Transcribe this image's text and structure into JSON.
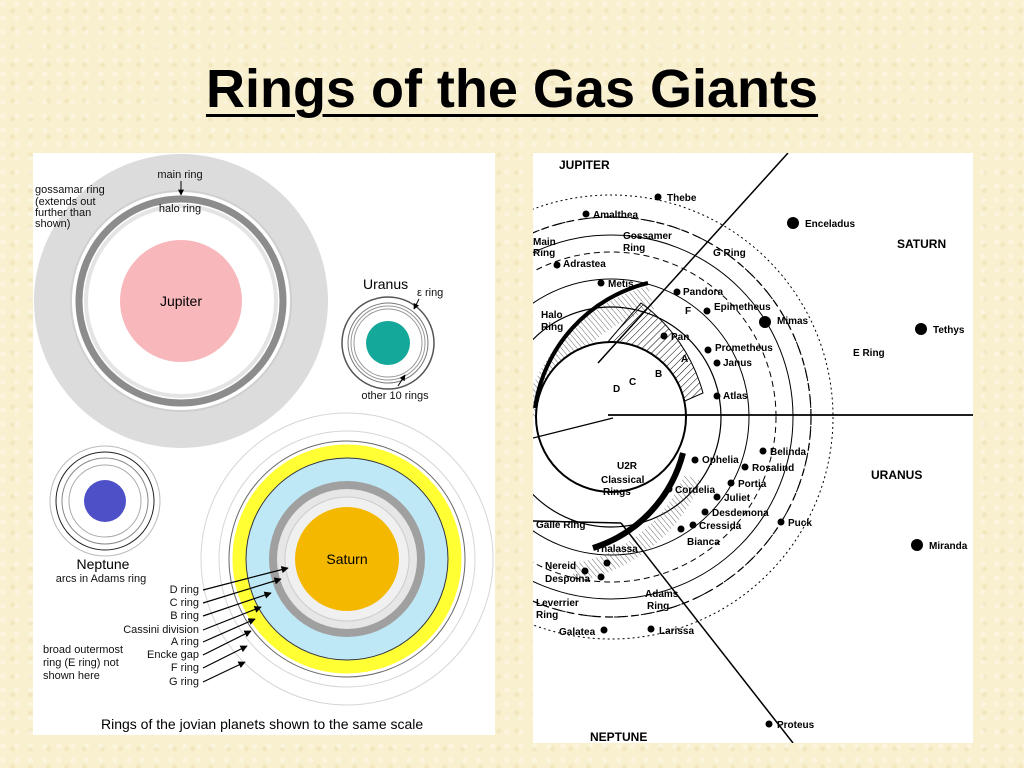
{
  "slide": {
    "title": "Rings of the Gas Giants"
  },
  "left_diagram": {
    "jupiter": {
      "planet": "Jupiter",
      "main_ring": "main ring",
      "halo_ring": "halo ring",
      "gossamer_ring": [
        "gossamar ring",
        "(extends out",
        "further than",
        "shown)"
      ]
    },
    "uranus": {
      "planet": "Uranus",
      "epsilon_ring": "ε ring",
      "other_rings": "other 10 rings"
    },
    "neptune": {
      "planet": "Neptune",
      "arcs": "arcs in Adams ring"
    },
    "saturn": {
      "planet": "Saturn",
      "ring_labels": [
        "D ring",
        "C ring",
        "B ring",
        "Cassini division",
        "A ring",
        "Encke gap",
        "F ring",
        "G ring"
      ],
      "e_ring_note": [
        "broad outermost",
        "ring (E ring) not",
        "shown here"
      ]
    },
    "caption": "Rings of the jovian planets shown to the same scale",
    "colors": {
      "jupiter": "#f8b7bb",
      "uranus": "#14a89a",
      "neptune": "#4e50c8",
      "saturn": "#f5b800",
      "saturn_outer": "#ffff33",
      "saturn_ring_blue": "#bfe8f7"
    }
  },
  "right_diagram": {
    "sections": {
      "jupiter": "JUPITER",
      "saturn": "SATURN",
      "uranus": "URANUS",
      "neptune": "NEPTUNE"
    },
    "jupiter_rings": {
      "main": [
        "Main",
        "Ring"
      ],
      "halo": [
        "Halo",
        "Ring"
      ],
      "gossamer": [
        "Gossamer",
        "Ring"
      ]
    },
    "jupiter_moons": [
      "Thebe",
      "Amalthea",
      "Adrastea",
      "Metis"
    ],
    "saturn_rings": {
      "g_ring": "G Ring",
      "e_ring": "E Ring",
      "letters": [
        "F",
        "A",
        "B",
        "C",
        "D"
      ]
    },
    "saturn_moons": [
      "Enceladus",
      "Pandora",
      "Epimetheus",
      "Mimas",
      "Tethys",
      "Pan",
      "Prometheus",
      "Janus",
      "Atlas"
    ],
    "uranus_rings": {
      "u2r": "U2R",
      "classical": [
        "Classical",
        "Rings"
      ]
    },
    "uranus_moons": [
      "Belinda",
      "Ophelia",
      "Rosalind",
      "Portia",
      "Cordelia",
      "Juliet",
      "Desdemona",
      "Puck",
      "Cressida",
      "Bianca",
      "Miranda"
    ],
    "neptune_rings": {
      "galle": "Galle Ring",
      "leverrier": [
        "Leverrier",
        "Ring"
      ],
      "adams": [
        "Adams",
        "Ring"
      ]
    },
    "neptune_moons": [
      "Thalassa",
      "Nereid",
      "Despoina",
      "Galatea",
      "Larissa",
      "Proteus"
    ]
  }
}
